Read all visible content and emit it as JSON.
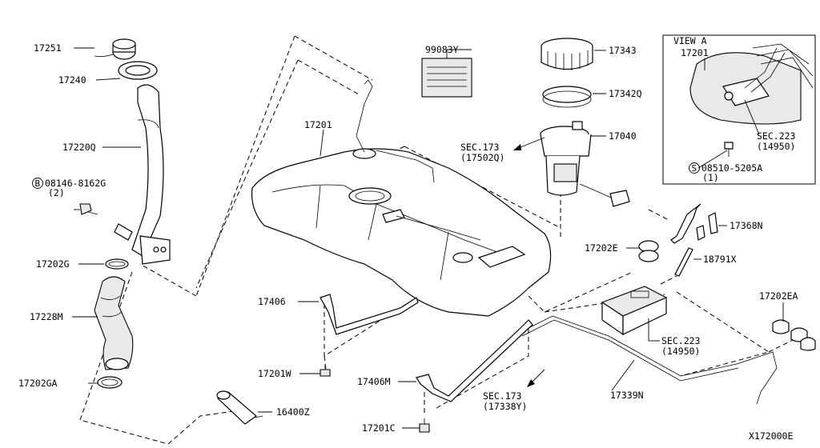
{
  "diagram_id": "X172000E",
  "view_a": {
    "title": "VIEW A",
    "part": "17201",
    "sec_ref": "SEC.223",
    "sec_sub": "(14950)",
    "bolt_prefix": "S",
    "bolt": "08510-5205A",
    "bolt_qty": "(1)"
  },
  "labels": {
    "p17251": "17251",
    "p17240": "17240",
    "p17220Q": "17220Q",
    "bolt_b_prefix": "B",
    "bolt_b": "08146-8162G",
    "bolt_b_qty": "(2)",
    "p17202G": "17202G",
    "p17228M": "17228M",
    "p17202GA": "17202GA",
    "p99083Y": "99083Y",
    "p17343": "17343",
    "p17342Q": "17342Q",
    "p17040": "17040",
    "sec173_a": "SEC.173",
    "sec173_a_sub": "(17502Q)",
    "p17201": "17201",
    "p17368N": "17368N",
    "p17202E": "17202E",
    "p18791X": "18791X",
    "p17202EA": "17202EA",
    "sec223": "SEC.223",
    "sec223_sub": "(14950)",
    "p17406": "17406",
    "p17201W": "17201W",
    "p17406M": "17406M",
    "sec173_b": "SEC.173",
    "sec173_b_sub": "(17338Y)",
    "p17339N": "17339N",
    "p16400Z": "16400Z",
    "p17201C": "17201C"
  }
}
